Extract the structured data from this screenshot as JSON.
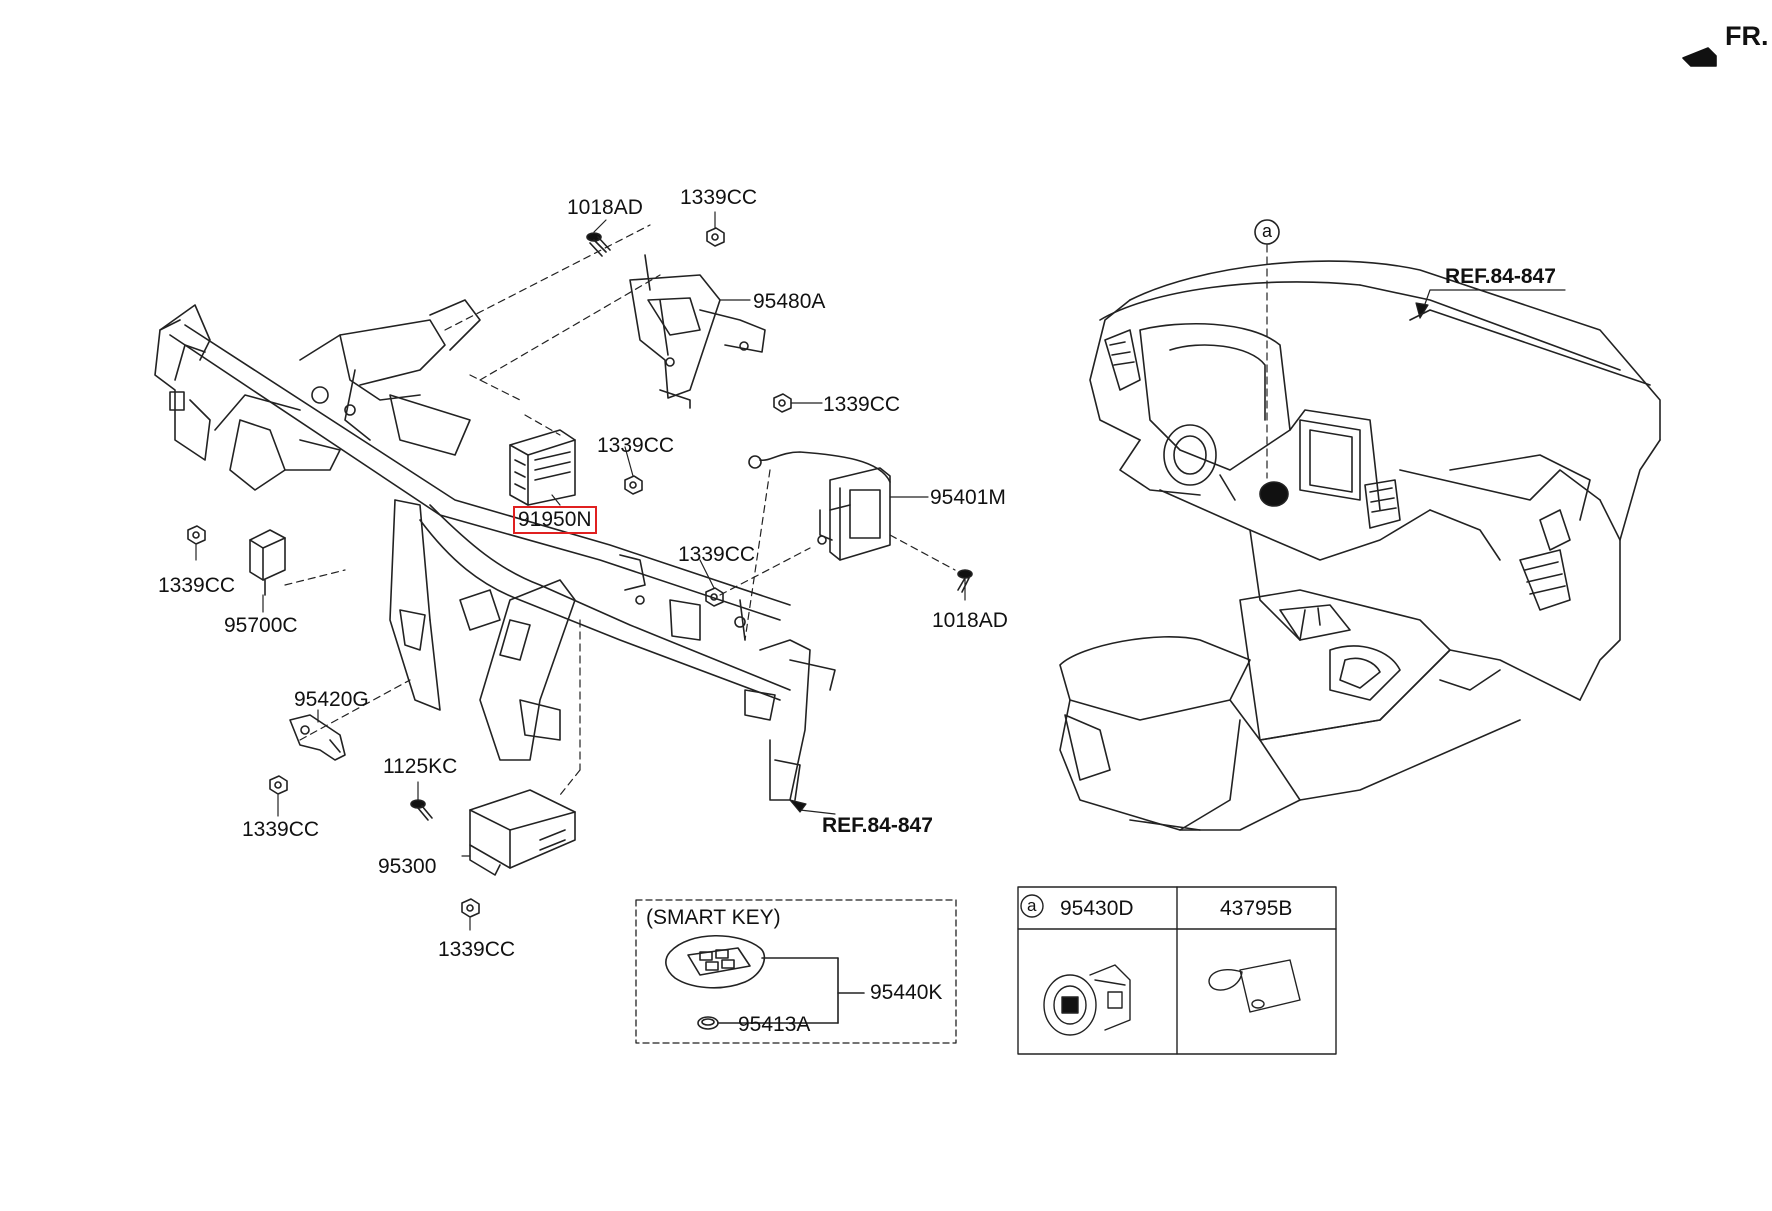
{
  "orientation": {
    "label": "FR."
  },
  "labels": {
    "p1018ad_top": "1018AD",
    "p1339cc_top": "1339CC",
    "p95480a": "95480A",
    "p1339cc_mid": "1339CC",
    "p1339cc_nut": "1339CC",
    "p95401m": "95401M",
    "p91950n": "91950N",
    "p1339cc_left": "1339CC",
    "p95700c": "95700C",
    "p1339cc_center": "1339CC",
    "p1018ad_right": "1018AD",
    "p95420g": "95420G",
    "p1125kc": "1125KC",
    "p1339cc_low": "1339CC",
    "p95300": "95300",
    "p1339cc_bottom": "1339CC",
    "ref_left": "REF.84-847",
    "ref_right": "REF.84-847",
    "callout_a": "a"
  },
  "smart_key": {
    "title": "(SMART KEY)",
    "part_key": "95440K",
    "part_battery": "95413A"
  },
  "parts_table": {
    "marker": "a",
    "col1": "95430D",
    "col2": "43795B"
  },
  "highlight_color": "#e02020"
}
